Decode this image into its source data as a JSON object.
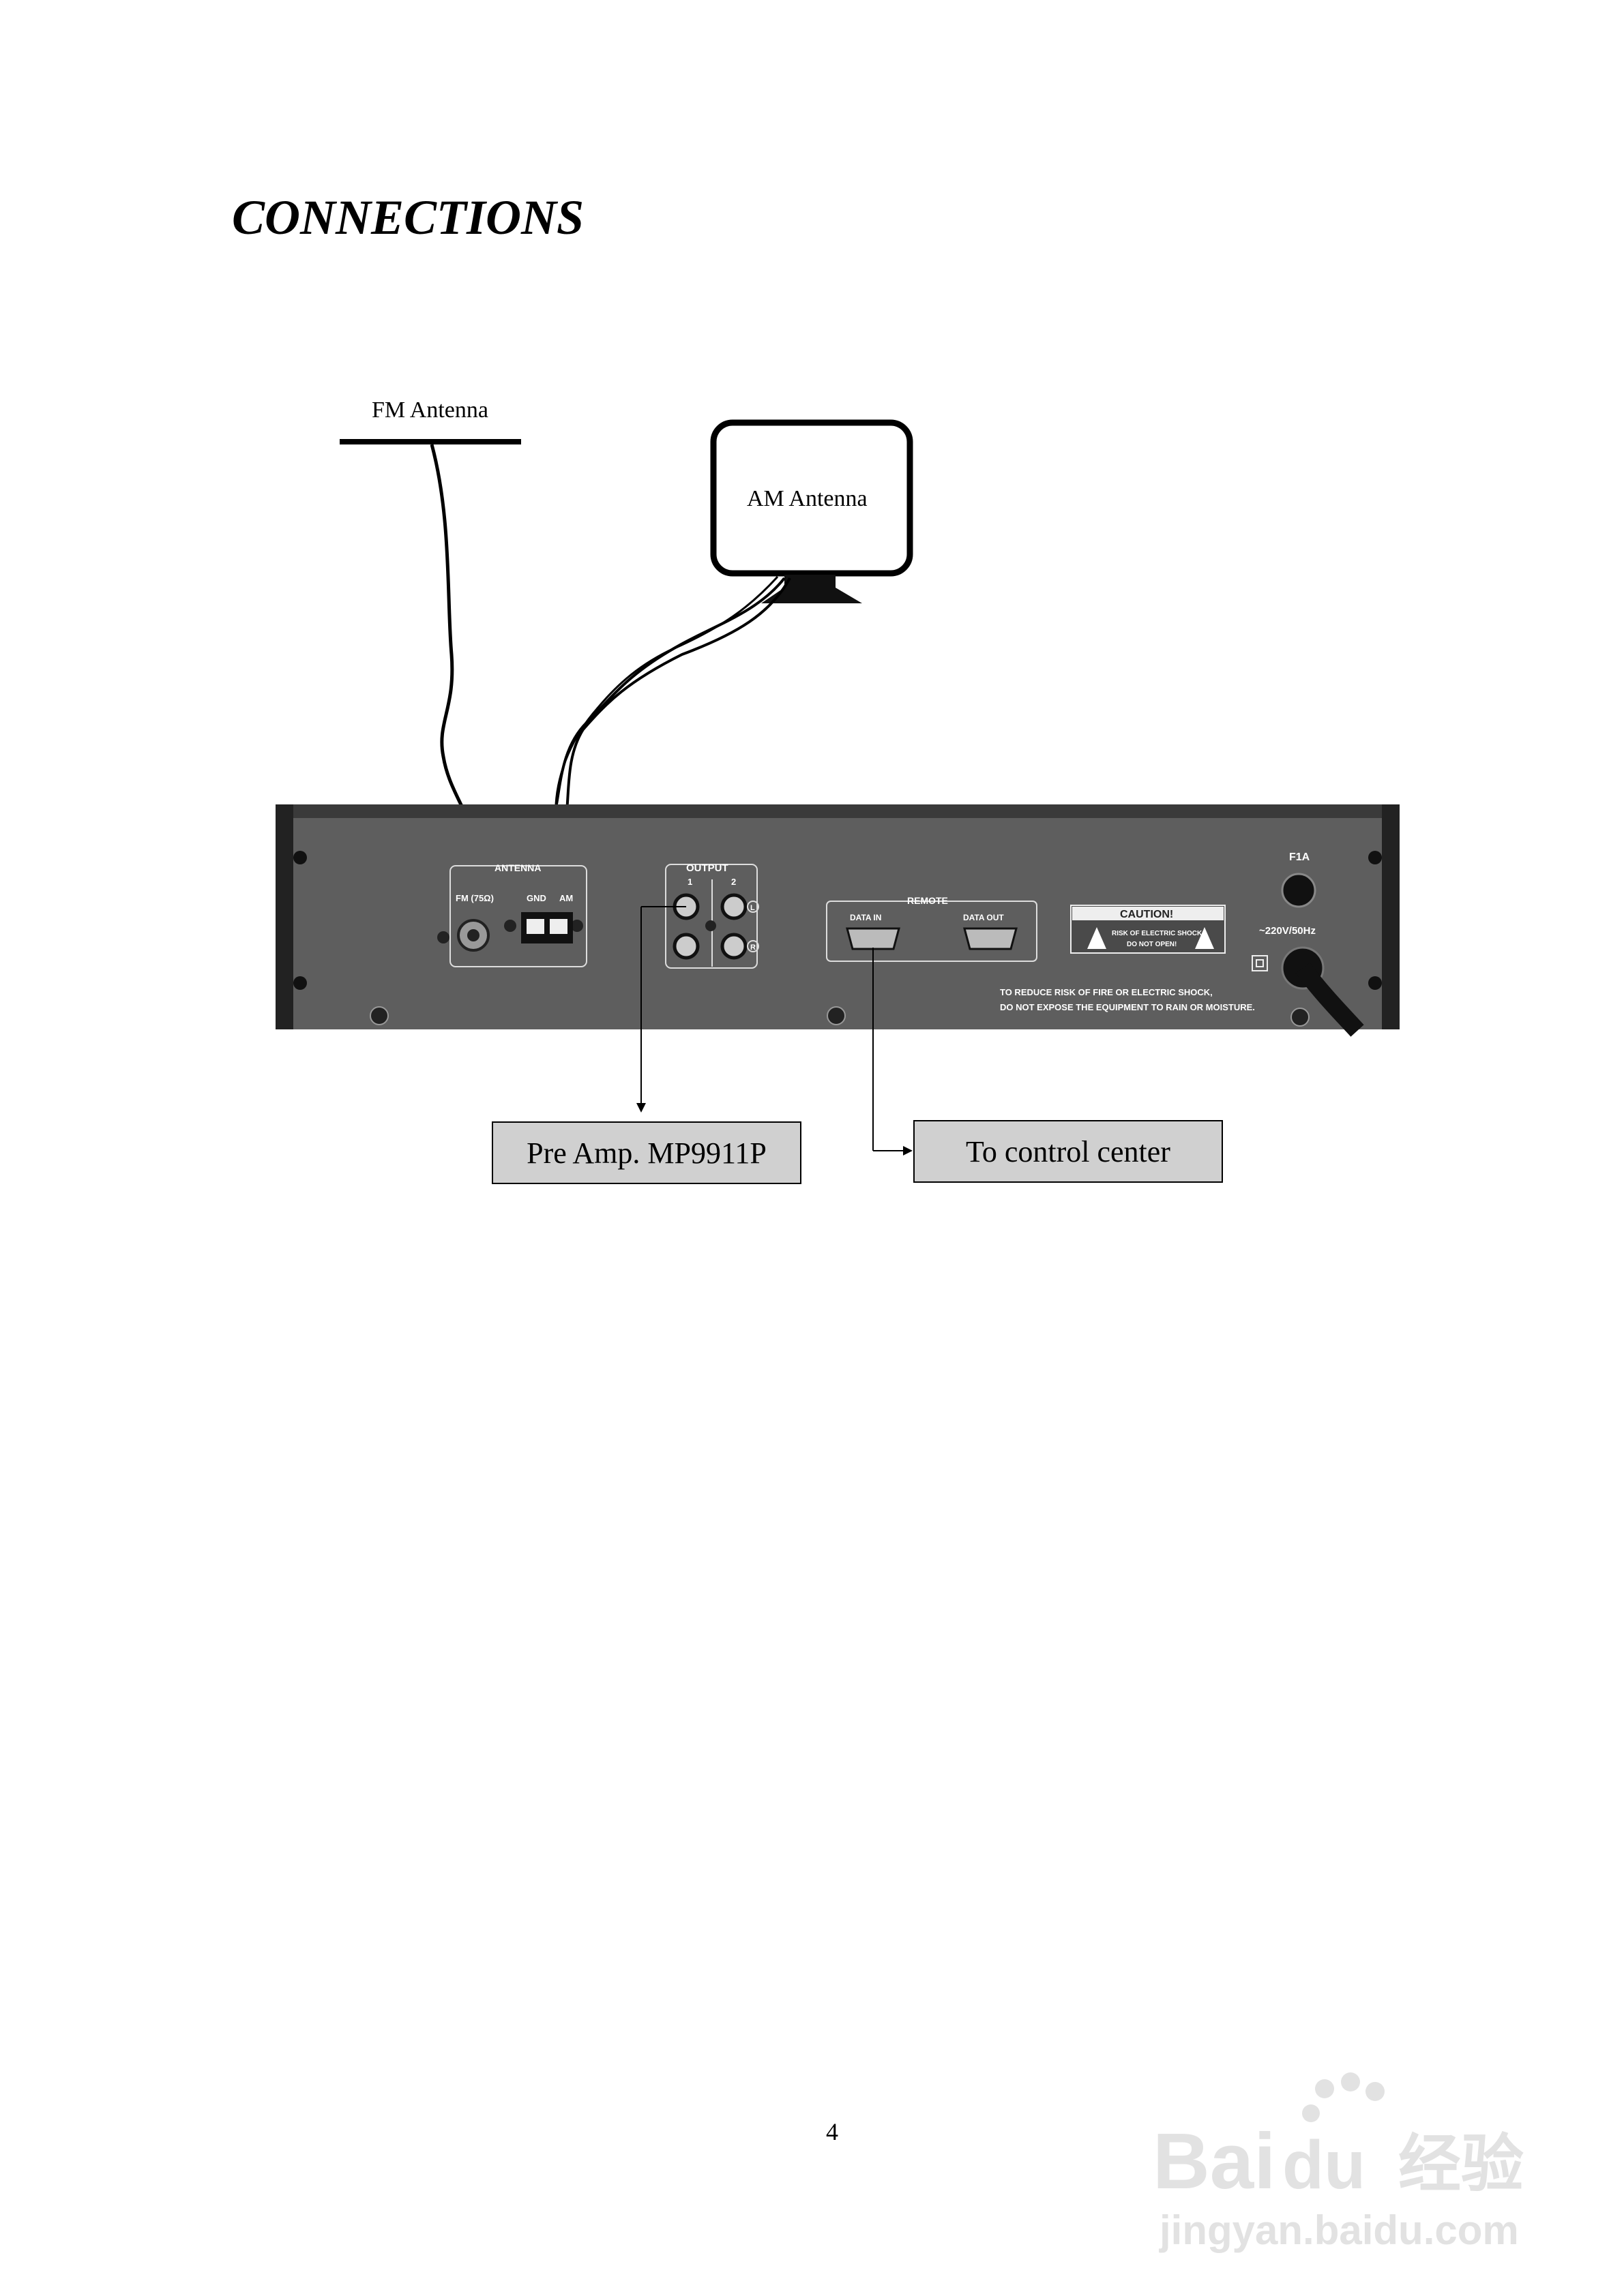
{
  "page": {
    "title": "CONNECTIONS",
    "page_number": "4"
  },
  "antennas": {
    "fm_label": "FM Antenna",
    "am_label": "AM Antenna"
  },
  "destinations": {
    "preamp_label": "Pre Amp. MP9911P",
    "control_label": "To control center"
  },
  "rear_panel": {
    "antenna_section": "ANTENNA",
    "fm_jack": "FM (75Ω)",
    "gnd": "GND",
    "am": "AM",
    "output_section": "OUTPUT",
    "output_1": "1",
    "output_2": "2",
    "out_left": "L",
    "out_right": "R",
    "remote_section": "REMOTE",
    "data_in": "DATA IN",
    "data_out": "DATA OUT",
    "caution_title": "CAUTION!",
    "caution_line1": "RISK OF ELECTRIC SHOCK",
    "caution_line2": "DO NOT OPEN!",
    "fuse": "F1A",
    "power": "~220V/50Hz",
    "warning_line1": "TO REDUCE RISK OF FIRE OR ELECTRIC SHOCK,",
    "warning_line2": "DO NOT EXPOSE THE EQUIPMENT TO RAIN OR MOISTURE."
  },
  "watermark": {
    "brand": "Bai",
    "brand2": "du",
    "cn": "经验",
    "url": "jingyan.baidu.com"
  },
  "colors": {
    "panel": "#5e5e5e",
    "panel_dark": "#3a3a3a",
    "box_fill": "#d0d0d0"
  }
}
